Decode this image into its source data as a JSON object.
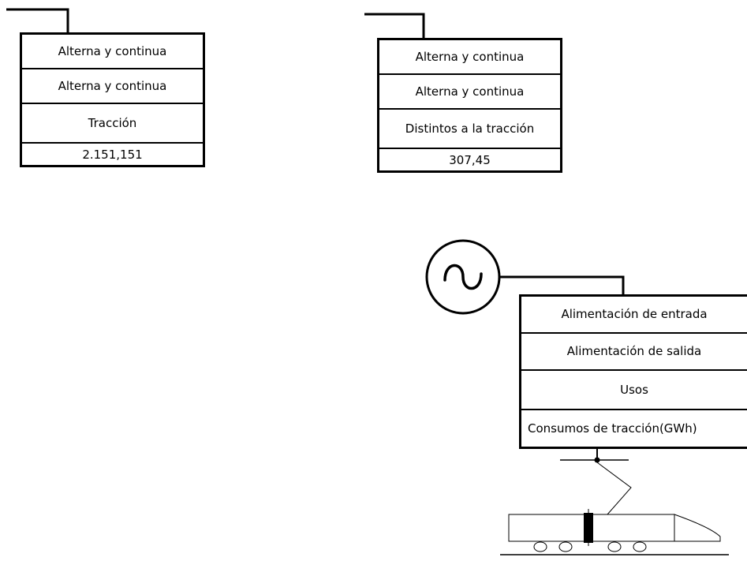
{
  "box_1": {
    "rows": [
      "Alterna y continua",
      "Alterna y continua",
      "Tracción",
      "2.151,151"
    ]
  },
  "box_2": {
    "rows": [
      "Alterna y continua",
      "Alterna y continua",
      "Distintos  a la tracción",
      "307,45"
    ]
  },
  "box_3": {
    "rows": [
      "Alimentación  de entrada",
      "Alimentación  de salida",
      "Usos",
      "Consumos de tracción(GWh)"
    ]
  },
  "icons": {
    "source": "ac-source-icon",
    "train": "train-icon",
    "pantograph": "pantograph-icon"
  }
}
